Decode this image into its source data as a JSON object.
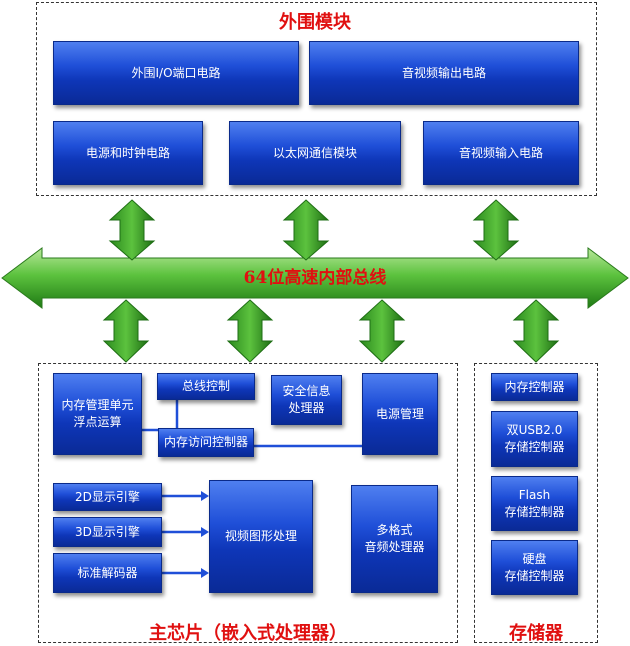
{
  "peripheral": {
    "title": "外围模块",
    "io_port": "外围I/O端口电路",
    "av_output": "音视频输出电路",
    "power_clock": "电源和时钟电路",
    "ethernet": "以太网通信模块",
    "av_input": "音视频输入电路"
  },
  "bus": {
    "label": "64位高速内部总线"
  },
  "main_chip": {
    "title": "主芯片（嵌入式处理器）",
    "mmu_fpu": "内存管理单元\n浮点运算",
    "bus_control": "总线控制",
    "mem_access_ctrl": "内存访问控制器",
    "security": "安全信息\n处理器",
    "power_mgmt": "电源管理",
    "engine_2d": "2D显示引擎",
    "engine_3d": "3D显示引擎",
    "std_decoder": "标准解码器",
    "video_graphics": "视频图形处理",
    "multi_format": "多格式\n音频处理器"
  },
  "storage": {
    "title": "存储器",
    "mem_ctrl": "内存控制器",
    "usb_ctrl": "双USB2.0\n存储控制器",
    "flash_ctrl": "Flash\n存储控制器",
    "hdd_ctrl": "硬盘\n存储控制器"
  },
  "colors": {
    "block": "#1f4fd8",
    "bus": "#3fae2a",
    "title": "#e01010",
    "connector": "#1f4fd8"
  }
}
